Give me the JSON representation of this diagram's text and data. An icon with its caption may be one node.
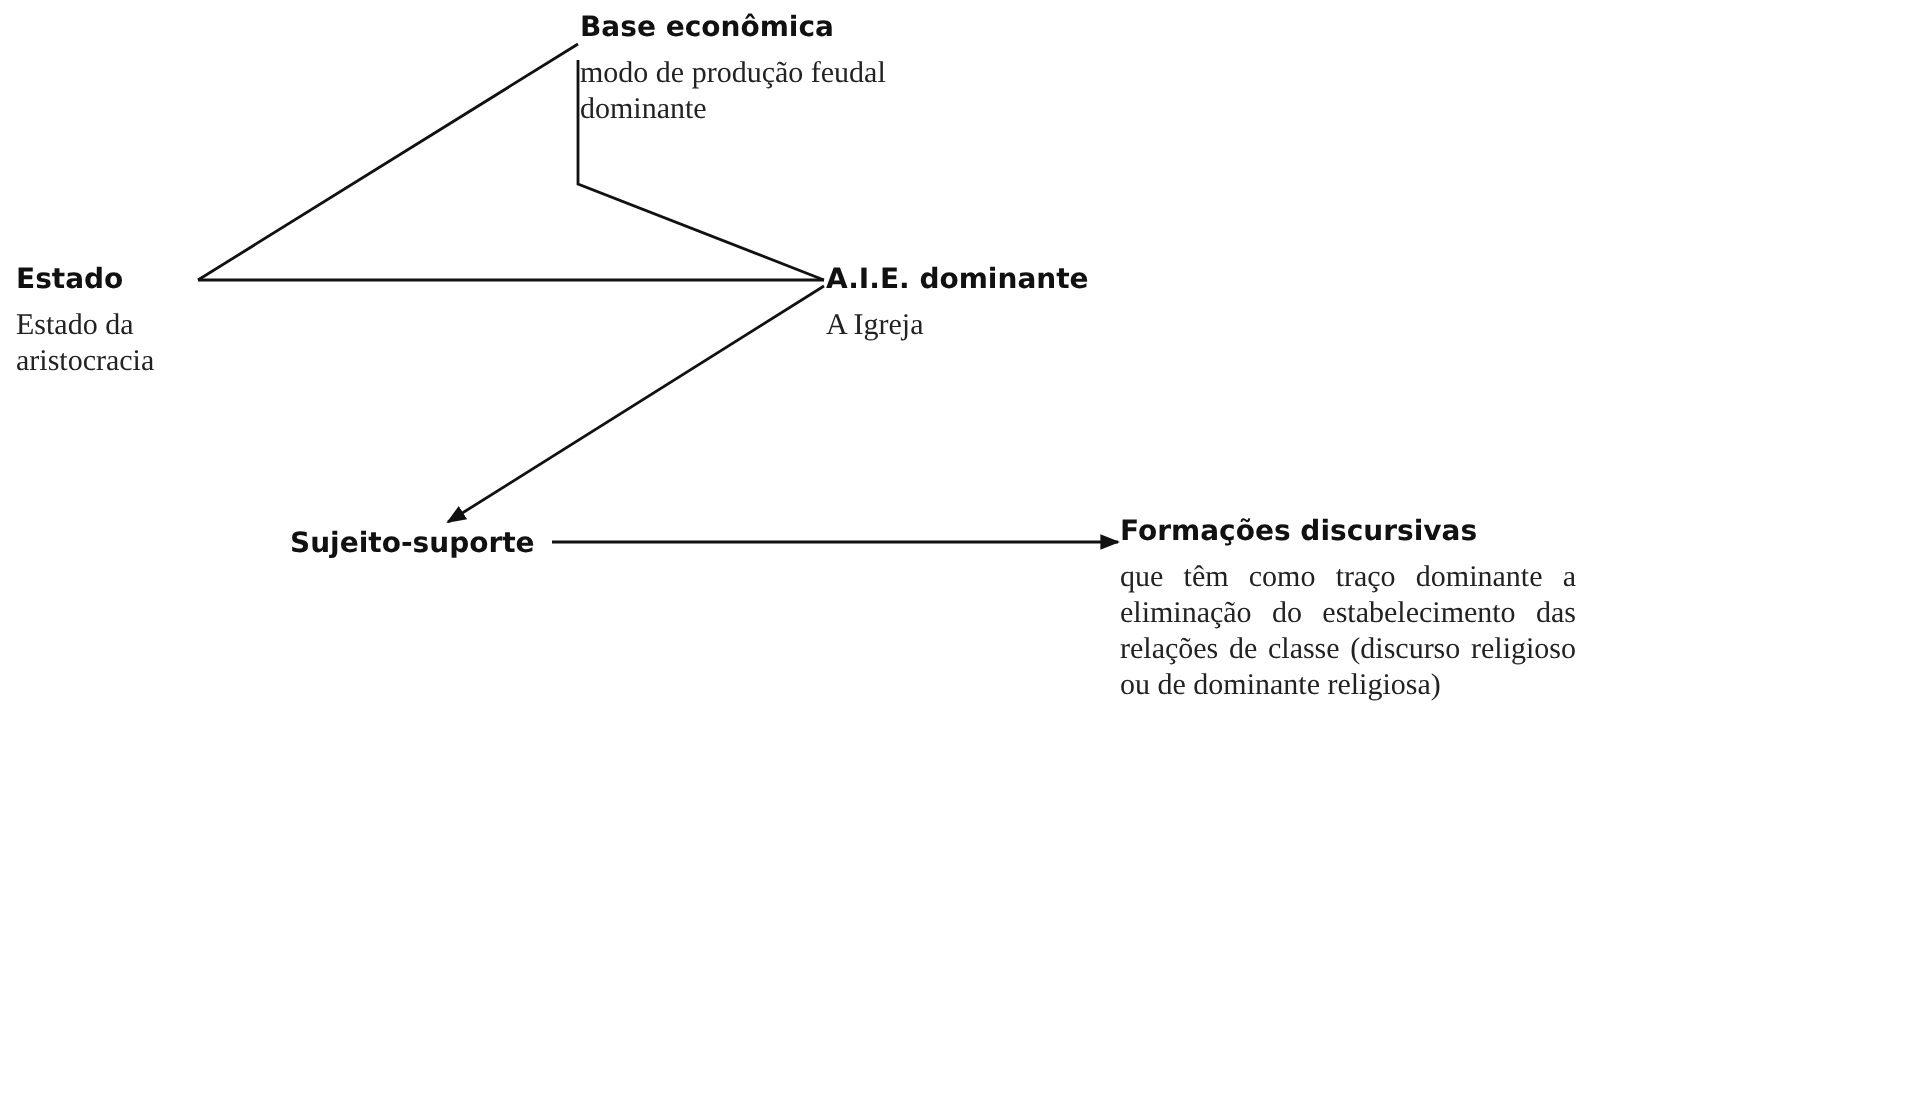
{
  "diagram": {
    "nodes": [
      {
        "text": [
          "Base econômica",
          "modo de produção feudal dominante"
        ]
      },
      {
        "text": [
          "Estado",
          "Estado da aristocracia"
        ]
      },
      {
        "text": [
          "A.I.E. dominante",
          "A Igreja"
        ]
      },
      {
        "text": [
          "Sujeito-suporte"
        ]
      },
      {
        "text": [
          "Formações discursivas",
          "que têm como traço dominante a eliminação do estabelecimento das relações de classe (discurso religioso ou de dominante religiosa)"
        ]
      }
    ],
    "edges": [
      {
        "from": 0,
        "to": 1,
        "arrow": "none"
      },
      {
        "from": 1,
        "to": 2,
        "arrow": "none"
      },
      {
        "from": 0,
        "to": 2,
        "arrow": "none"
      },
      {
        "from": 2,
        "to": 3,
        "arrow": "to"
      },
      {
        "from": 3,
        "to": 4,
        "arrow": "to"
      }
    ]
  }
}
